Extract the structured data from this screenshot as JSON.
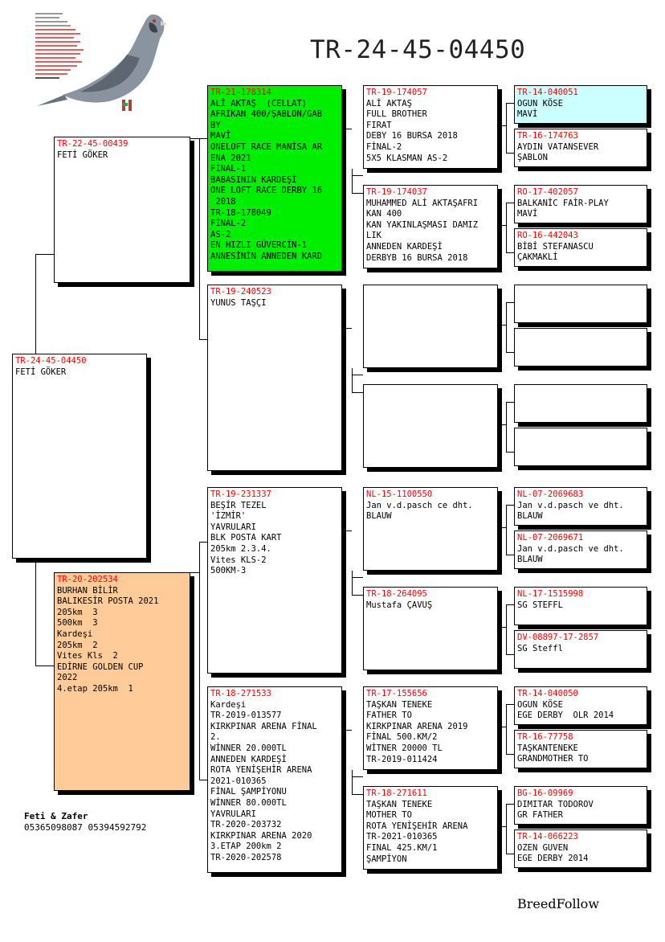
{
  "title": "TR-24-45-04450",
  "brand": "BreedFollow",
  "owner": {
    "name": "Feti & Zafer",
    "phones": "05365098087 05394592792"
  },
  "pedigree": {
    "subject": {
      "ring": "TR-24-45-04450",
      "lines": [
        "FETİ GÖKER"
      ]
    },
    "sire": {
      "ring": "TR-22-45-00439",
      "lines": [
        "FETİ GÖKER"
      ]
    },
    "dam": {
      "ring": "TR-20-202534",
      "lines": [
        "BURHAN BİLİR",
        "BALIKESİR POSTA 2021",
        "205km  3",
        "500km  3",
        "Kardeşi",
        "205km  2",
        "Vites Kls  2",
        "EDİRNE GOLDEN CUP",
        "2022",
        "4.etap 205km  1"
      ]
    },
    "ss": {
      "ring": "TR-21-178314",
      "lines": [
        "ALİ AKTAŞ  (CELLAT)",
        "AFRİKAN 400/ŞABLON/GAB",
        "BY",
        "MAVİ",
        "ONELOFT RACE MANİSA AR",
        "ENA 2021",
        "FİNAL-1",
        "BABASININ KARDEŞİ",
        "ONE LOFT RACE DERBY 16",
        " 2018",
        "TR-18-178049",
        "FİNAL-2",
        "AS-2",
        "EN HIZLI GÜVERCİN-1",
        "ANNESİNİN ANNEDEN KARD"
      ]
    },
    "sd": {
      "ring": "TR-19-240523",
      "lines": [
        "YUNUS TAŞÇI"
      ]
    },
    "ds": {
      "ring": "TR-19-231337",
      "lines": [
        "BEŞİR TEZEL",
        "'İZMİR'",
        "YAVRULARI",
        "BLK POSTA KART",
        "205km 2.3.4.",
        "Vites KLS-2",
        "500KM-3"
      ]
    },
    "dd": {
      "ring": "TR-18-271533",
      "lines": [
        "Kardeşi",
        "TR-2019-013577",
        "KIRKPINAR ARENA FİNAL",
        "2.",
        "WİNNER 20.000TL",
        "ANNEDEN KARDEŞİ",
        "ROTA YENİŞEHİR ARENA",
        "2021-010365",
        "FİNAL ŞAMPİYONU",
        "WİNNER 80.000TL",
        "YAVRULARI",
        "TR-2020-203732",
        "KIRKPINAR ARENA 2020",
        "3.ETAP 200km 2",
        "TR-2020-202578"
      ]
    },
    "sss": {
      "ring": "TR-19-174057",
      "lines": [
        "ALİ AKTAŞ",
        "FULL BROTHER",
        "FIRAT",
        "DEBY 16 BURSA 2018",
        "FİNAL-2",
        "5X5 KLASMAN AS-2"
      ]
    },
    "ssd": {
      "ring": "TR-19-174037",
      "lines": [
        "MUHAMMED ALİ AKTAŞAFRI",
        "KAN 400",
        "KAN YAKINLAŞMASI DAMIZ",
        "LIK",
        "ANNEDEN KARDEŞİ",
        "DERBYB 16 BURSA 2018"
      ]
    },
    "sds": {
      "ring": "",
      "lines": []
    },
    "sdd": {
      "ring": "",
      "lines": []
    },
    "dss": {
      "ring": "NL-15-1100550",
      "lines": [
        "Jan v.d.pasch ce dht.",
        "BLAUW"
      ]
    },
    "dsd": {
      "ring": "TR-18-264095",
      "lines": [
        "Mustafa ÇAVUŞ"
      ]
    },
    "dds": {
      "ring": "TR-17-155656",
      "lines": [
        "TAŞKAN TENEKE",
        "FATHER TO",
        "KIRKPINAR ARENA 2019",
        "FİNAL 500.KM/2",
        "WİTNER 20000 TL",
        "TR-2019-011424"
      ]
    },
    "ddd": {
      "ring": "TR-18-271611",
      "lines": [
        "TAŞKAN TENEKE",
        "MOTHER TO",
        "ROTA YENİŞEHİR ARENA",
        "TR-2021-010365",
        "FINAL 425.KM/1",
        "ŞAMPİYON"
      ]
    },
    "g1": {
      "ring": "TR-14-040051",
      "lines": [
        "OGUN KÖSE",
        "MAVİ"
      ]
    },
    "g2": {
      "ring": "TR-16-174763",
      "lines": [
        "AYDIN VATANSEVER",
        "ŞABLON"
      ]
    },
    "g3": {
      "ring": "RO-17-402057",
      "lines": [
        "BALKANİC FAİR-PLAY",
        "MAVİ"
      ]
    },
    "g4": {
      "ring": "RO-16-442043",
      "lines": [
        "BİBİ STEFANASCU",
        "ÇAKMAKLİ"
      ]
    },
    "g5": {
      "ring": "",
      "lines": []
    },
    "g6": {
      "ring": "",
      "lines": []
    },
    "g7": {
      "ring": "",
      "lines": []
    },
    "g8": {
      "ring": "",
      "lines": []
    },
    "g9": {
      "ring": "NL-07-2069683",
      "lines": [
        "Jan v.d.pasch ve dht.",
        "BLAUW"
      ]
    },
    "g10": {
      "ring": "NL-07-2069671",
      "lines": [
        "Jan v.d.pasch ve dht.",
        "BLAUW"
      ]
    },
    "g11": {
      "ring": "NL-17-1515998",
      "lines": [
        "SG STEFFL"
      ]
    },
    "g12": {
      "ring": "DV-08897-17-2857",
      "lines": [
        "SG Steffl"
      ]
    },
    "g13": {
      "ring": "TR-14-040050",
      "lines": [
        "OGUN KÖSE",
        "EGE DERBY  OLR 2014"
      ]
    },
    "g14": {
      "ring": "TR-16-77758",
      "lines": [
        "TAŞKANTENEKE",
        "GRANDMOTHER TO"
      ]
    },
    "g15": {
      "ring": "BG-16-09969",
      "lines": [
        "DIMITAR TODOROV",
        "GR FATHER"
      ]
    },
    "g16": {
      "ring": "TR-14-066223",
      "lines": [
        "OZEN GUVEN",
        "EGE DERBY 2014"
      ]
    }
  },
  "colors": {
    "ring": "#ff0000",
    "ss_bg": "#00ee00",
    "dam_bg": "#ffcc99",
    "g1_bg": "#ccffff"
  },
  "logo_icon": "pigeon-photo-icon"
}
